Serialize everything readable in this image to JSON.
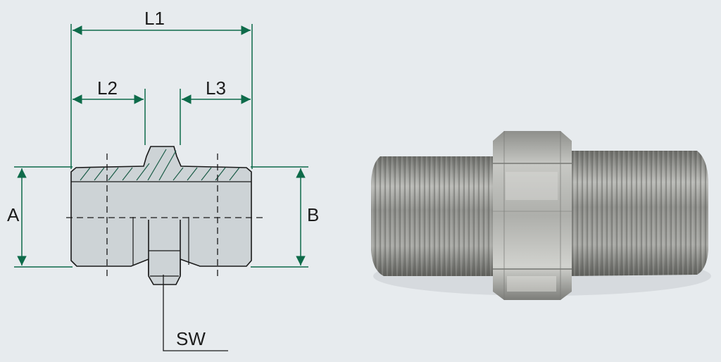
{
  "diagram": {
    "labels": {
      "L1": "L1",
      "L2": "L2",
      "L3": "L3",
      "A": "A",
      "B": "B",
      "SW": "SW"
    }
  },
  "colors": {
    "background": "#e7ebee",
    "dimension_line": "#0e6b4a",
    "part_fill": "#cdd3d6",
    "part_stroke": "#1a1a1a",
    "centerline": "#1a1a1a",
    "hatch": "#1a5c47"
  },
  "photo": {
    "subject": "hex-nipple-fitting-photo",
    "metal_colors": [
      "#9a9b97",
      "#c9cac6",
      "#6f706c"
    ]
  }
}
